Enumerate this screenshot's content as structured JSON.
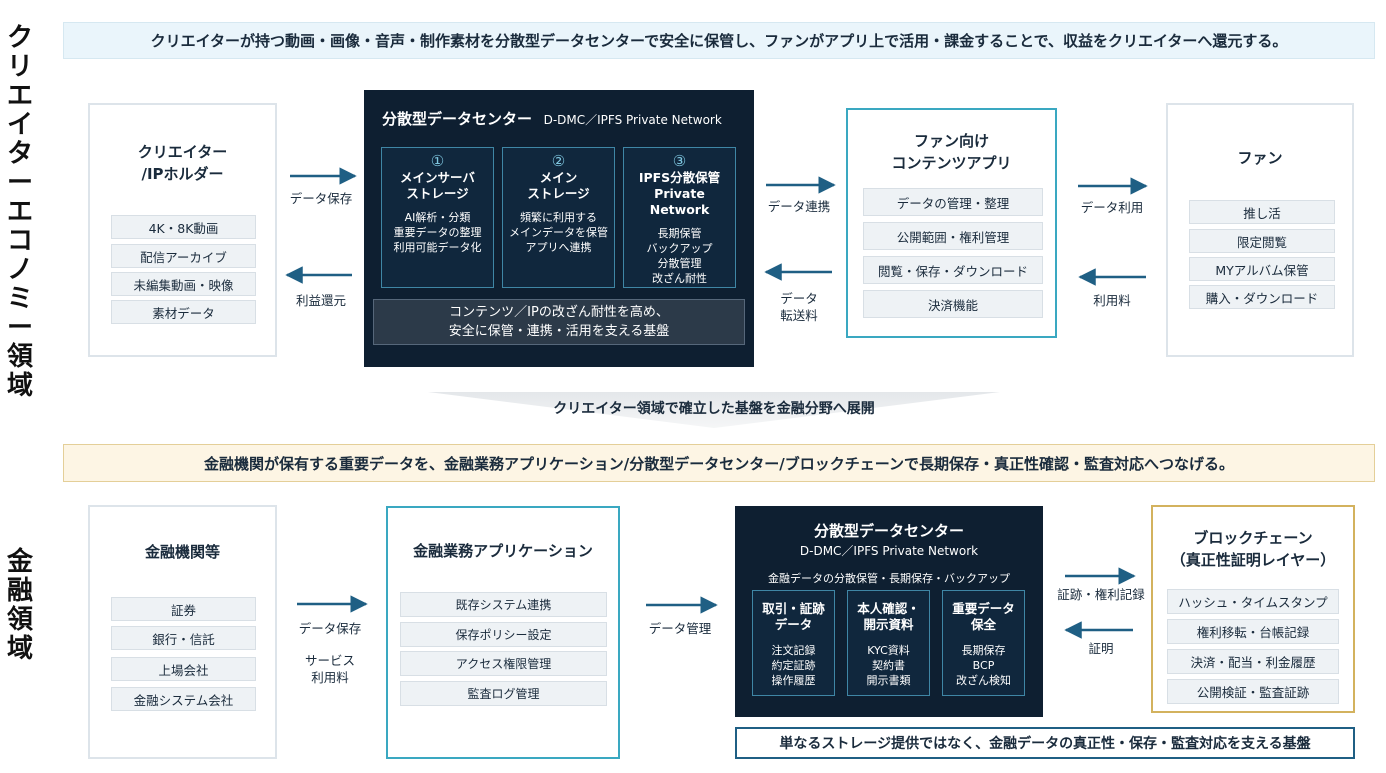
{
  "sections": {
    "creator_label": "クリエイターエコノミー領域",
    "finance_label": "金融領域"
  },
  "top": {
    "banner": "クリエイターが持つ動画・画像・音声・制作素材を分散型データセンターで安全に保管し、ファンがアプリ上で活用・課金することで、収益をクリエイターへ還元する。",
    "creator": {
      "title_line1": "クリエイター",
      "title_line2": "/IPホルダー",
      "items": [
        "4K・8K動画",
        "配信アーカイブ",
        "未編集動画・映像",
        "素材データ"
      ]
    },
    "arrows": {
      "data_store": "データ保存",
      "revenue_return": "利益還元",
      "data_link": "データ連携",
      "data_transfer_line1": "データ",
      "data_transfer_line2": "転送料",
      "data_use": "データ利用",
      "usage_fee": "利用料"
    },
    "datacenter": {
      "title": "分散型データセンター",
      "subtitle": "D-DMC／IPFS Private Network",
      "boxes": [
        {
          "num": "①",
          "title_line1": "メインサーバ",
          "title_line2": "ストレージ",
          "desc": [
            "AI解析・分類",
            "重要データの整理",
            "利用可能データ化"
          ]
        },
        {
          "num": "②",
          "title_line1": "メイン",
          "title_line2": "ストレージ",
          "desc": [
            "頻繁に利用する",
            "メインデータを保管",
            "アプリへ連携"
          ]
        },
        {
          "num": "③",
          "title_line1": "IPFS分散保管",
          "title_line2": "Private Network",
          "desc": [
            "長期保管",
            "バックアップ",
            "分散管理",
            "改ざん耐性"
          ]
        }
      ],
      "footer_line1": "コンテンツ／IPの改ざん耐性を高め、",
      "footer_line2": "安全に保管・連携・活用を支える基盤"
    },
    "fanapp": {
      "title_line1": "ファン向け",
      "title_line2": "コンテンツアプリ",
      "items": [
        "データの管理・整理",
        "公開範囲・権利管理",
        "閲覧・保存・ダウンロード",
        "決済機能"
      ]
    },
    "fan": {
      "title": "ファン",
      "items": [
        "推し活",
        "限定閲覧",
        "MYアルバム保管",
        "購入・ダウンロード"
      ]
    }
  },
  "transition": "クリエイター領域で確立した基盤を金融分野へ展開",
  "bottom": {
    "banner": "金融機関が保有する重要データを、金融業務アプリケーション/分散型データセンター/ブロックチェーンで長期保存・真正性確認・監査対応へつなげる。",
    "institutions": {
      "title": "金融機関等",
      "items": [
        "証券",
        "銀行・信託",
        "上場会社",
        "金融システム会社"
      ]
    },
    "arrows": {
      "data_store": "データ保存",
      "service_fee_line1": "サービス",
      "service_fee_line2": "利用料",
      "data_manage": "データ管理",
      "proof_rights": "証跡・権利記録",
      "proof": "証明"
    },
    "app": {
      "title": "金融業務アプリケーション",
      "items": [
        "既存システム連携",
        "保存ポリシー設定",
        "アクセス権限管理",
        "監査ログ管理"
      ]
    },
    "datacenter": {
      "title": "分散型データセンター",
      "subtitle": "D-DMC／IPFS Private Network",
      "caption": "金融データの分散保管・長期保存・バックアップ",
      "boxes": [
        {
          "title_line1": "取引・証跡",
          "title_line2": "データ",
          "desc": [
            "注文記録",
            "約定証跡",
            "操作履歴"
          ]
        },
        {
          "title_line1": "本人確認・",
          "title_line2": "開示資料",
          "desc": [
            "KYC資料",
            "契約書",
            "開示書類"
          ]
        },
        {
          "title_line1": "重要データ",
          "title_line2": "保全",
          "desc": [
            "長期保存",
            "BCP",
            "改ざん検知"
          ]
        }
      ]
    },
    "blockchain": {
      "title_line1": "ブロックチェーン",
      "title_line2": "（真正性証明レイヤー）",
      "items": [
        "ハッシュ・タイムスタンプ",
        "権利移転・台帳記録",
        "決済・配当・利金履歴",
        "公開検証・監査証跡"
      ]
    },
    "footer": "単なるストレージ提供ではなく、金融データの真正性・保存・監査対応を支える基盤"
  },
  "colors": {
    "navy": "#0e1f31",
    "teal": "#3aa8c1",
    "gold": "#d3b25e",
    "arrow": "#1f5f84",
    "banner_blue": "#eaf5fb",
    "banner_gold": "#fdf5e4"
  }
}
